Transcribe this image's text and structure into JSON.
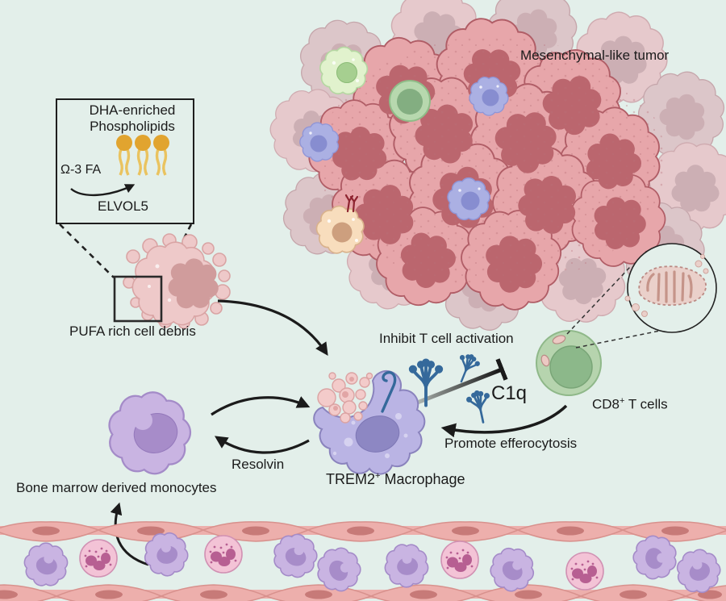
{
  "figure": {
    "type": "biological-pathway-diagram",
    "background_color": "#e3efea",
    "labels": {
      "tumor": "Mesenchymal-like tumor",
      "dha_line1": "DHA-enriched",
      "dha_line2": "Phospholipids",
      "omega": "Ω-3 FA",
      "enzyme": "ELVOL5",
      "pufa": "PUFA rich cell debris",
      "inhibit": "Inhibit T cell activation",
      "c1q": "C1q",
      "promote": "Promote efferocytosis",
      "trem2_base": "TREM2",
      "trem2_sup": "+",
      "trem2_rest": " Macrophage",
      "cd8_base": "CD8",
      "cd8_sup": "+",
      "cd8_rest": " T cells",
      "resolvin": "Resolvin",
      "monocytes": "Bone marrow derived monocytes"
    },
    "icons": [
      "phospholipid-icon",
      "c1q-molecule-icon",
      "mitochondrion-icon",
      "trem2-receptor-icon",
      "inhibition-tbar-icon",
      "magnifier-box-icon"
    ],
    "colors": {
      "ink": "#1b1b1b",
      "tumor_cell": "#e7a6aa",
      "tumor_cell_stroke": "#b05d66",
      "tumor_nucleus": "#bb666e",
      "faded_cell": "#dcc6c9",
      "green_tcell": "#b7d8ae",
      "light_green_cell": "#e1f2cd",
      "blue_cell": "#abb0e3",
      "orange_cell": "#f8ddbd",
      "macrophage": "#bab4e4",
      "macrophage_nucleus": "#8d87c3",
      "monocyte": "#c9b4e2",
      "monocyte_nucleus": "#a78cc9",
      "debris": "#f2caca",
      "granulocyte": "#f3c3d6",
      "granulocyte_nucleus": "#b75f92",
      "vessel_wall": "#edafac",
      "vessel_nucleus": "#c77a78",
      "c1q_blue": "#35699b",
      "lipid_head": "#e1a42f",
      "lipid_tail": "#eac35f",
      "mito_fill": "#ead0ca",
      "mito_stroke": "#bb8a84"
    }
  }
}
